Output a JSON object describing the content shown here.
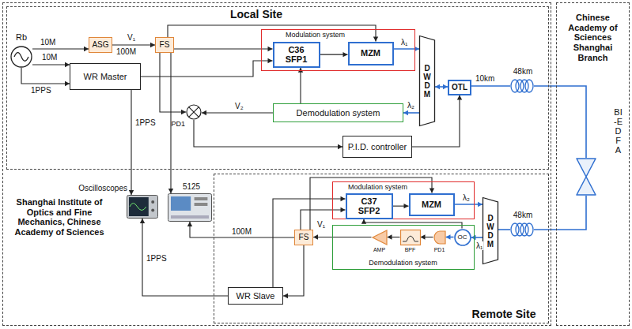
{
  "diagram": {
    "nodes": [
      {
        "text": [
          "Shanghai Institute of Optics and Fine Mechanics, Chinese Academy of Sciences"
        ]
      },
      {
        "text": [
          "Local Site"
        ],
        "in": 0
      },
      {
        "text": [
          "Rb"
        ],
        "in": 1
      },
      {
        "text": [
          "ASG"
        ],
        "in": 1
      },
      {
        "text": [
          "FS"
        ],
        "in": 1
      },
      {
        "text": [
          "WR Master"
        ],
        "in": 1
      },
      {
        "text": [
          "Modulation system"
        ],
        "in": 1
      },
      {
        "text": [
          "C36 SFP1"
        ],
        "in": 6
      },
      {
        "text": [
          "MZM"
        ],
        "in": 6
      },
      {
        "text": [
          "DWDM"
        ],
        "in": 1
      },
      {
        "text": [
          "Demodulation system"
        ],
        "in": 1
      },
      {
        "text": [
          "OTL"
        ],
        "in": 1
      },
      {
        "text": [
          "PD1"
        ],
        "in": 1
      },
      {
        "text": [
          "P.I.D. controller"
        ],
        "in": 1
      },
      {
        "text": [
          "48km"
        ],
        "in": 1
      },
      {
        "text": [
          "Remote Site"
        ],
        "in": 0
      },
      {
        "text": [
          "Modulation system"
        ],
        "in": 15
      },
      {
        "text": [
          "C37 SFP2"
        ],
        "in": 16
      },
      {
        "text": [
          "MZM"
        ],
        "in": 16
      },
      {
        "text": [
          "Demodulation system"
        ],
        "in": 15
      },
      {
        "text": [
          "AMP"
        ],
        "in": 19
      },
      {
        "text": [
          "BPF"
        ],
        "in": 19
      },
      {
        "text": [
          "PD1"
        ],
        "in": 19
      },
      {
        "text": [
          "OC"
        ],
        "in": 19
      },
      {
        "text": [
          "DWDM"
        ],
        "in": 15
      },
      {
        "text": [
          "FS"
        ],
        "in": 15
      },
      {
        "text": [
          "WR Slave"
        ],
        "in": 15
      },
      {
        "text": [
          "48km"
        ],
        "in": 15
      },
      {
        "text": [
          "Oscilloscopes"
        ],
        "in": 0
      },
      {
        "text": [
          "5125"
        ],
        "in": 0
      },
      {
        "text": [
          "Chinese Academy of Sciences Shanghai Branch"
        ]
      },
      {
        "text": [
          "BI-EDFA"
        ],
        "in": 30
      }
    ],
    "edges": [
      {
        "from": 2,
        "to": 3,
        "arrow": "to",
        "label": "10M"
      },
      {
        "from": 2,
        "to": 5,
        "arrow": "to",
        "label": "10M"
      },
      {
        "from": 2,
        "to": 5,
        "arrow": "to",
        "label": "1PPS"
      },
      {
        "from": 3,
        "to": 4,
        "arrow": "to",
        "label": "100M"
      },
      {
        "from": 4,
        "to": 7,
        "arrow": "to"
      },
      {
        "from": 4,
        "to": 8,
        "arrow": "to"
      },
      {
        "from": 4,
        "to": 12,
        "arrow": "to"
      },
      {
        "from": 4,
        "to": 29,
        "arrow": "to"
      },
      {
        "from": 5,
        "to": 28,
        "arrow": "to",
        "label": "1PPS"
      },
      {
        "from": 5,
        "to": 7,
        "arrow": "to"
      },
      {
        "from": 7,
        "to": 8,
        "arrow": "to"
      },
      {
        "from": 8,
        "to": 9,
        "arrow": "to",
        "label": "λ₁"
      },
      {
        "from": 9,
        "to": 10,
        "arrow": "to",
        "label": "λ₂"
      },
      {
        "from": 10,
        "to": 7,
        "arrow": "to"
      },
      {
        "from": 10,
        "to": 12,
        "arrow": "to",
        "label": "V₂"
      },
      {
        "from": 12,
        "to": 13,
        "arrow": "to"
      },
      {
        "from": 13,
        "to": 11,
        "arrow": "to"
      },
      {
        "from": 9,
        "to": 11,
        "arrow": "both"
      },
      {
        "from": 11,
        "to": 14,
        "arrow": "none"
      },
      {
        "from": 14,
        "to": 31,
        "arrow": "none"
      },
      {
        "from": 31,
        "to": 27,
        "arrow": "none"
      },
      {
        "from": 27,
        "to": 24,
        "arrow": "none"
      },
      {
        "from": 18,
        "to": 24,
        "arrow": "to",
        "label": "λ₂"
      },
      {
        "from": 24,
        "to": 23,
        "arrow": "to",
        "label": "λ₁"
      },
      {
        "from": 23,
        "to": 22,
        "arrow": "to"
      },
      {
        "from": 22,
        "to": 21,
        "arrow": "to"
      },
      {
        "from": 21,
        "to": 20,
        "arrow": "to"
      },
      {
        "from": 20,
        "to": 25,
        "arrow": "to"
      },
      {
        "from": 23,
        "to": 17,
        "arrow": "to"
      },
      {
        "from": 25,
        "to": 17,
        "arrow": "to"
      },
      {
        "from": 25,
        "to": 18,
        "arrow": "to"
      },
      {
        "from": 25,
        "to": 29,
        "arrow": "to",
        "label": "100M"
      },
      {
        "from": 26,
        "to": 28,
        "arrow": "to",
        "label": "1PPS"
      },
      {
        "from": 26,
        "to": 17,
        "arrow": "to"
      },
      {
        "from": 25,
        "to": 26,
        "arrow": "to"
      },
      {
        "from": 17,
        "to": 18,
        "arrow": "to"
      }
    ],
    "labels": [
      "V₁",
      "V₁",
      "10km"
    ]
  }
}
